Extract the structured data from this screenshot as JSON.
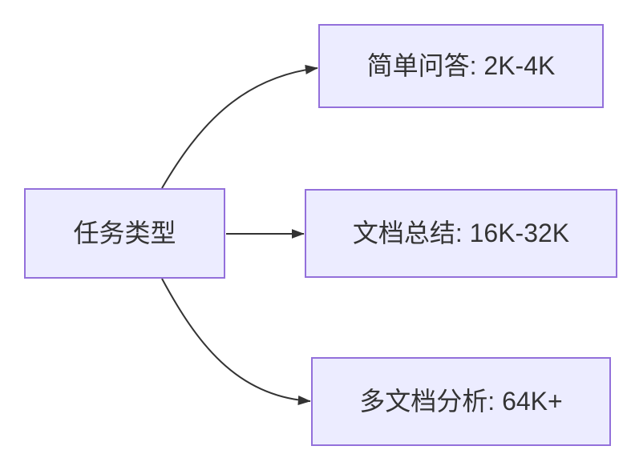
{
  "diagram": {
    "type": "flowchart",
    "direction": "LR",
    "root": {
      "id": "task-type",
      "label": "任务类型"
    },
    "branches": [
      {
        "id": "simple-qa",
        "label": "简单问答: 2K-4K"
      },
      {
        "id": "doc-summary",
        "label": "文档总结: 16K-32K"
      },
      {
        "id": "multi-doc",
        "label": "多文档分析: 64K+"
      }
    ],
    "edges": [
      {
        "from": "task-type",
        "to": "simple-qa"
      },
      {
        "from": "task-type",
        "to": "doc-summary"
      },
      {
        "from": "task-type",
        "to": "multi-doc"
      }
    ],
    "colors": {
      "node_fill": "#ECECFF",
      "node_border": "#9370DB",
      "edge_stroke": "#333333",
      "text": "#333333",
      "background": "#FFFFFF"
    }
  }
}
